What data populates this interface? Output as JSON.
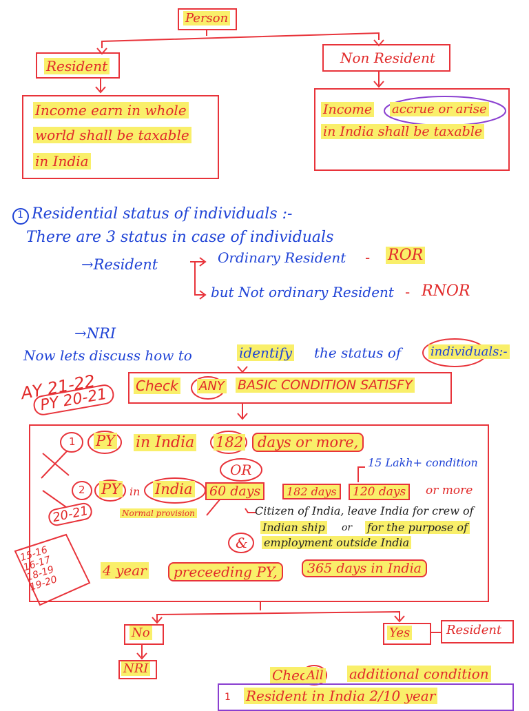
{
  "top": {
    "person": "Person",
    "resident": "Resident",
    "non_resident": "Non Resident",
    "resident_rule_l1": "Income earn in whole",
    "resident_rule_l2": "world shall be taxable",
    "resident_rule_l3": "in India",
    "nonres_rule_l1a": "Income",
    "nonres_rule_l1b": "accrue or arise",
    "nonres_rule_l2": "in India shall be taxable"
  },
  "status_section": {
    "num": "1",
    "heading": "Residential status of individuals :-",
    "line2": "There are 3 status in case of individuals",
    "resident": "→Resident",
    "ord": "Ordinary Resident",
    "ror": "ROR",
    "not_ord": "but Not ordinary Resident",
    "rnor": "RNOR",
    "nri": "→NRI",
    "discuss_a": "Now lets discuss how to",
    "discuss_b": "identify",
    "discuss_c": "the status of",
    "discuss_d": "individuals:-"
  },
  "basic": {
    "ay": "AY 21-22",
    "py": "PY 20-21",
    "check_a": "Check",
    "check_b": "ANY",
    "check_c": "BASIC CONDITION SATISFY",
    "c1_num": "1",
    "c1_py": "PY",
    "c1_text": "in India",
    "c1_days": "182",
    "c1_rest": "days or more,",
    "or": "OR",
    "lakh": "15 Lakh+ condition",
    "c2_num": "2",
    "c2_py": "PY",
    "c2_in": "in",
    "c2_india": "India",
    "c2_60": "60 days",
    "c2_182": "182 days",
    "c2_120": "120 days",
    "c2_more": "or more",
    "c2_year": "20-21",
    "normal": "Normal provision",
    "citizen": "Citizen of India, leave India for crew of",
    "ship_a": "Indian ship",
    "ship_b": "or",
    "ship_c": "for the purpose of",
    "employment": "employment outside India",
    "amp": "&",
    "four": "4 year",
    "preceeding": "preceeding PY,",
    "days365": "365 days in India",
    "side_years": [
      "15-16",
      "16-17",
      "18-19",
      "19-20"
    ]
  },
  "bottom": {
    "no": "No",
    "yes": "Yes",
    "resident": "Resident",
    "nri": "NRI",
    "check_a": "Check",
    "check_b": "All",
    "check_c": "additional condition",
    "cond_num": "1",
    "cond_text": "Resident in India  2/10 year"
  }
}
